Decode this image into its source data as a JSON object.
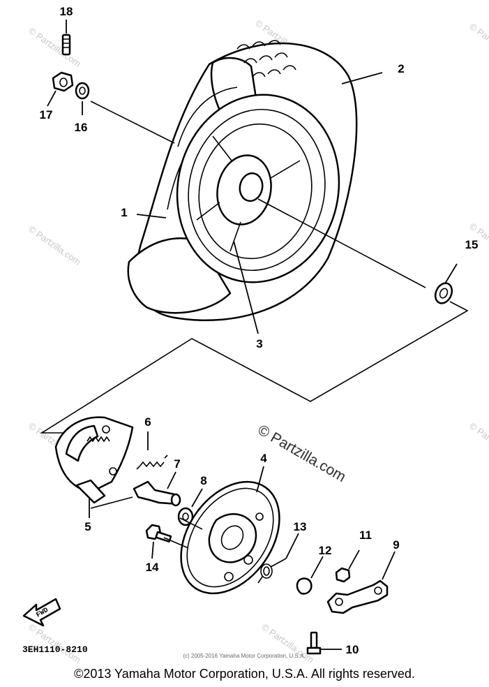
{
  "callouts": {
    "c1": "1",
    "c2": "2",
    "c3": "3",
    "c4": "4",
    "c5": "5",
    "c6": "6",
    "c7": "7",
    "c8": "8",
    "c9": "9",
    "c10": "10",
    "c11": "11",
    "c12": "12",
    "c13": "13",
    "c14": "14",
    "c15": "15",
    "c16": "16",
    "c17": "17",
    "c18": "18"
  },
  "fwd_label": "FWD",
  "diagram_code": "3EH1110-8210",
  "watermark": {
    "main": "© Partzilla.com",
    "small": "© Partzilla.com"
  },
  "small_copyright": "(c) 2005-2016 Yamaha Motor Corporation, U.S.A.",
  "copyright": "©2013 Yamaha Motor Corporation, U.S.A. All rights reserved."
}
